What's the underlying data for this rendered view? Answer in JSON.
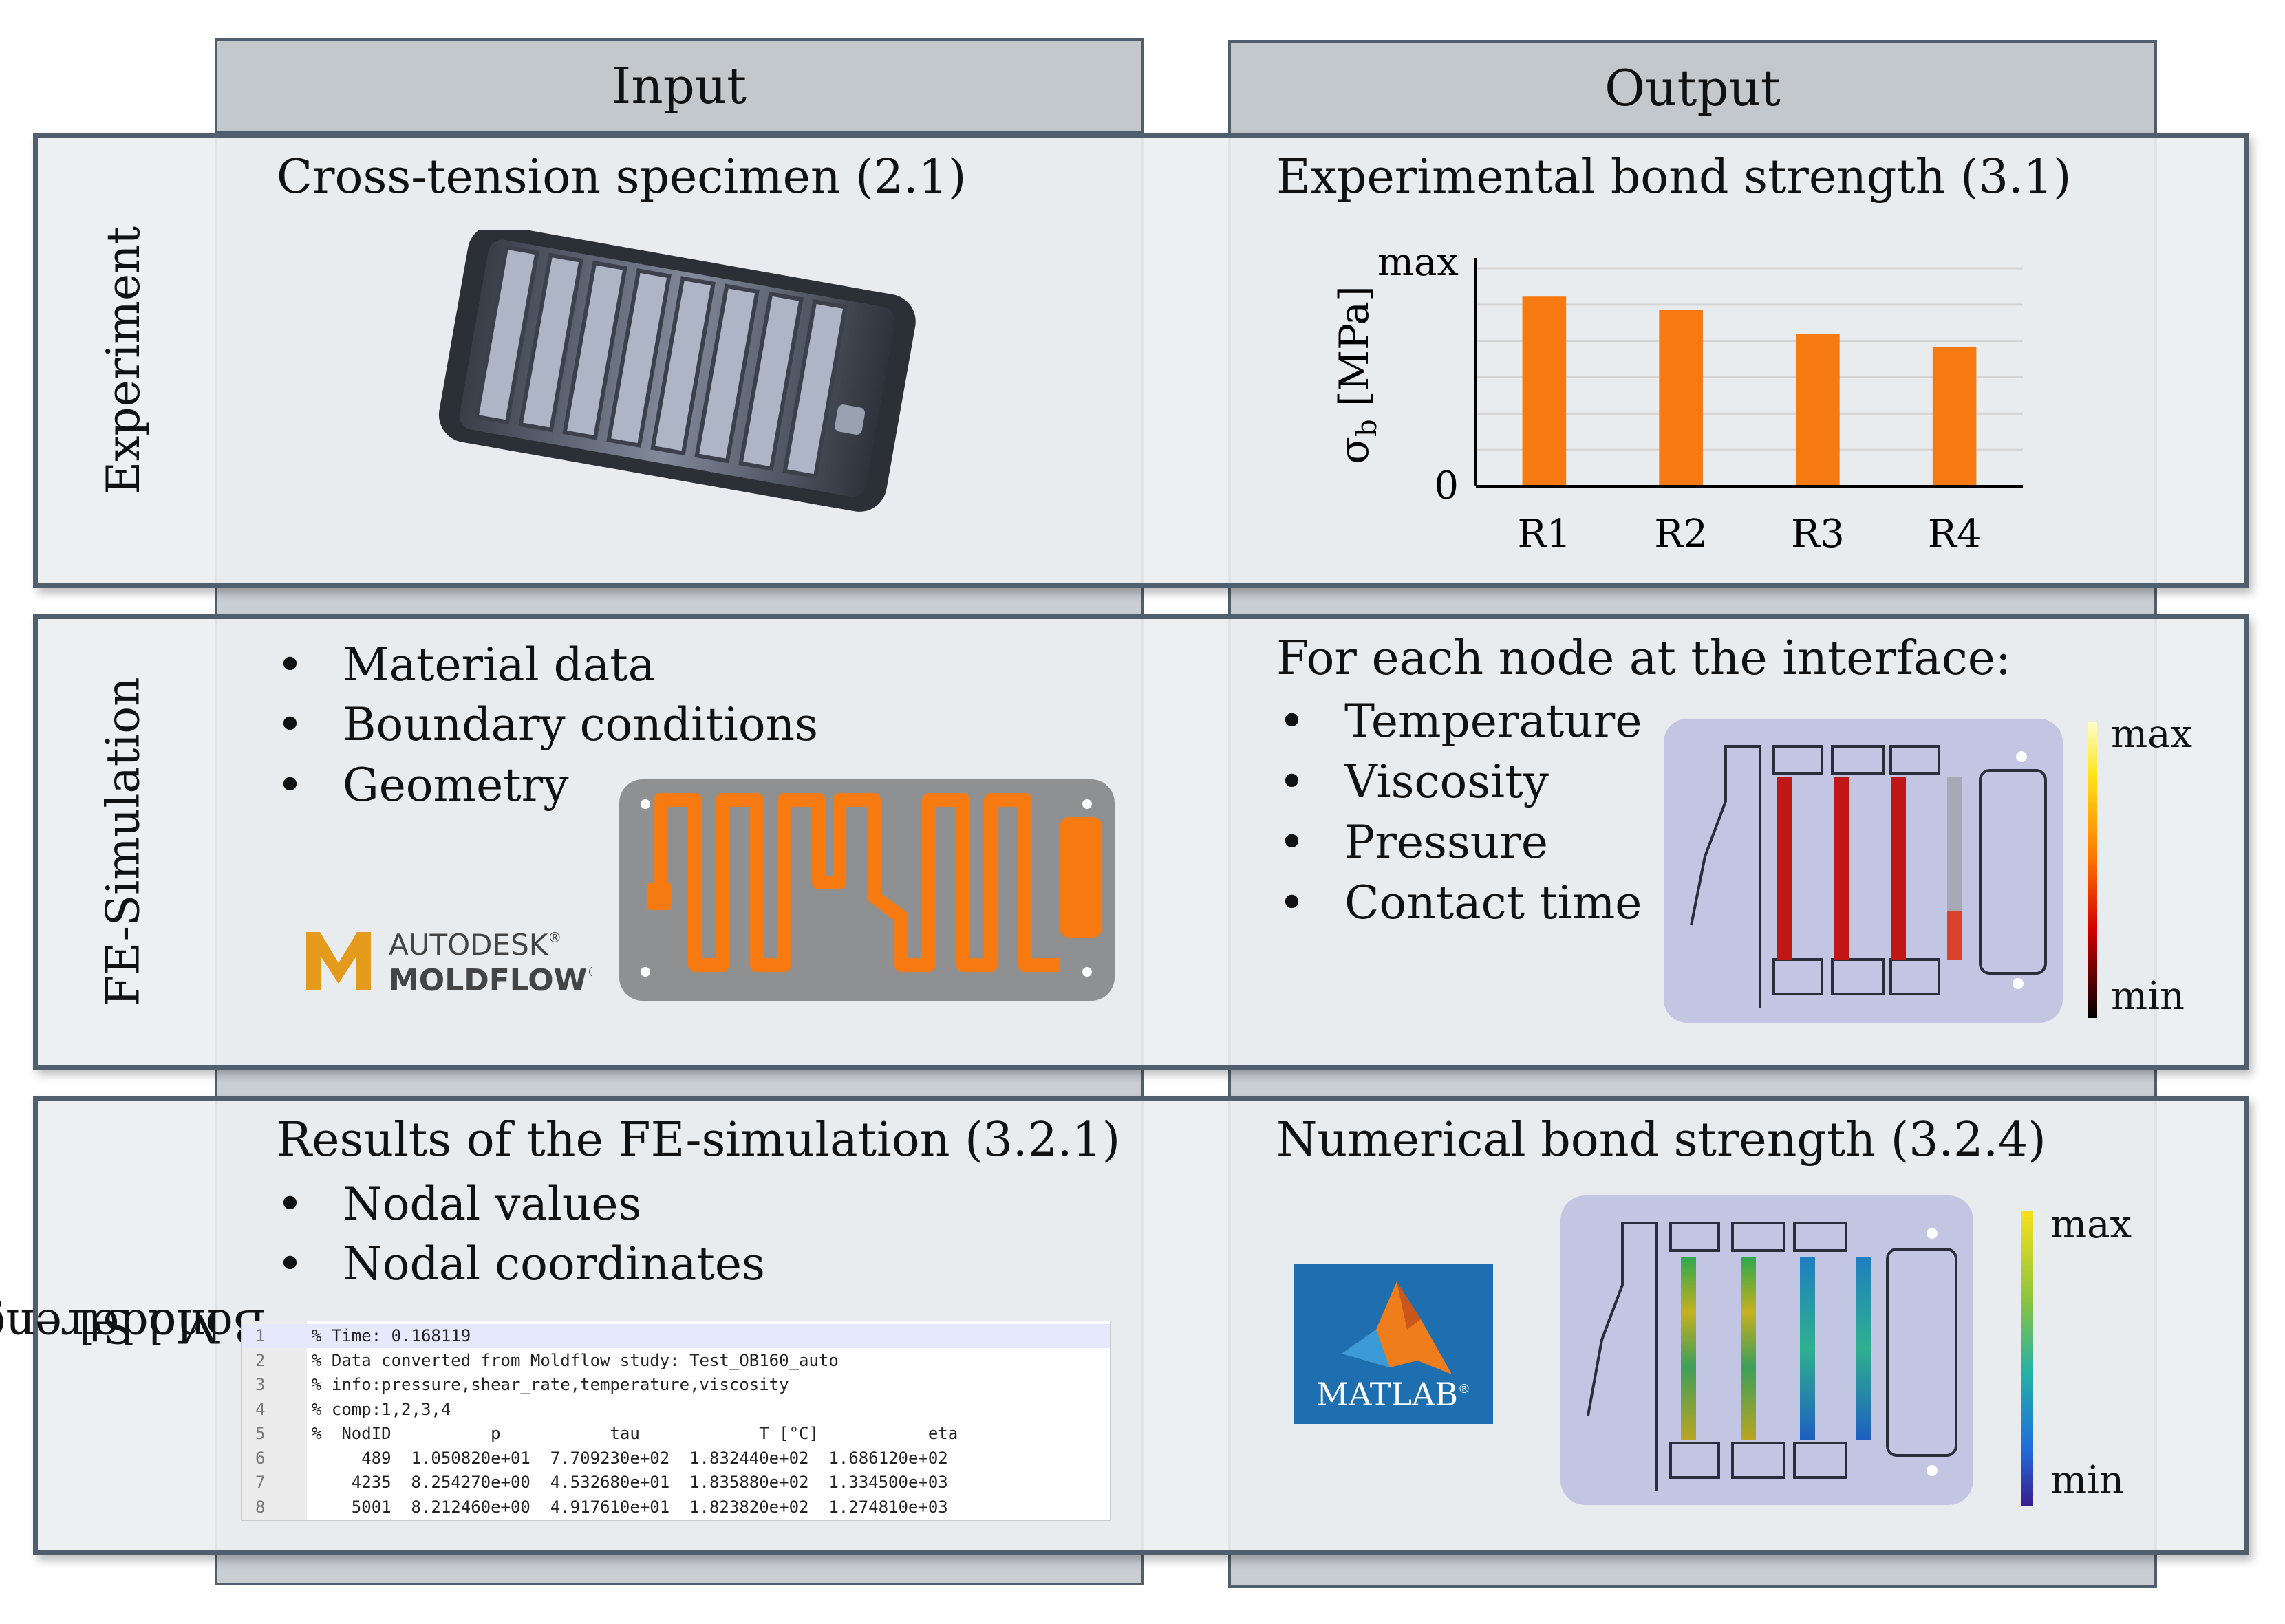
{
  "headers": {
    "input": "Input",
    "output": "Output"
  },
  "rows": {
    "experiment": {
      "label": "Experiment",
      "input_title": "Cross-tension specimen (2.1)",
      "output_title": "Experimental bond strength (3.1)"
    },
    "fe": {
      "label": "FE-Simulation",
      "input_bullets": [
        "Material data",
        "Boundary conditions",
        "Geometry"
      ],
      "output_title": "For each node at the interface:",
      "output_bullets": [
        "Temperature",
        "Viscosity",
        "Pressure",
        "Contact time"
      ],
      "logo_line1": "AUTODESK",
      "logo_line2": "MOLDFLOW",
      "reg": "®",
      "scale_max": "max",
      "scale_min": "min"
    },
    "bond": {
      "label_line1": "Bond Strength",
      "label_line2": "Model",
      "input_title": "Results of the FE-simulation (3.2.1)",
      "input_bullets": [
        "Nodal values",
        "Nodal coordinates"
      ],
      "output_title": "Numerical bond strength (3.2.4)",
      "matlab": "MATLAB",
      "reg": "®",
      "scale_max": "max",
      "scale_min": "min"
    }
  },
  "bullet_char": "•",
  "code_lines": [
    {
      "n": "1",
      "t": "% Time: 0.168119"
    },
    {
      "n": "2",
      "t": "% Data converted from Moldflow study: Test_OB160_auto"
    },
    {
      "n": "3",
      "t": "% info:pressure,shear_rate,temperature,viscosity"
    },
    {
      "n": "4",
      "t": "% comp:1,2,3,4"
    },
    {
      "n": "5",
      "t": "%  NodID          p           tau            T [°C]           eta"
    },
    {
      "n": "6",
      "t": "     489  1.050820e+01  7.709230e+02  1.832440e+02  1.686120e+02"
    },
    {
      "n": "7",
      "t": "    4235  8.254270e+00  4.532680e+01  1.835880e+02  1.334500e+03"
    },
    {
      "n": "8",
      "t": "    5001  8.212460e+00  4.917610e+01  1.823820e+02  1.274810e+03"
    }
  ],
  "chart_data": {
    "type": "bar",
    "categories": [
      "R1",
      "R2",
      "R3",
      "R4"
    ],
    "values": [
      0.87,
      0.81,
      0.7,
      0.64
    ],
    "ylabel": "σ_b [MPa]",
    "ylabel_main": "σ",
    "ylabel_sub": "b",
    "ylabel_unit": " [MPa]",
    "ytick_labels": [
      "0",
      "max"
    ],
    "ylim": [
      0,
      1
    ],
    "grid": true,
    "bar_color": "#f77a10"
  },
  "colors": {
    "frame": "#4f5f6d",
    "orange": "#f77a10",
    "part_blue": "#c3c6e2",
    "matlab_blue": "#1e6fb0"
  }
}
